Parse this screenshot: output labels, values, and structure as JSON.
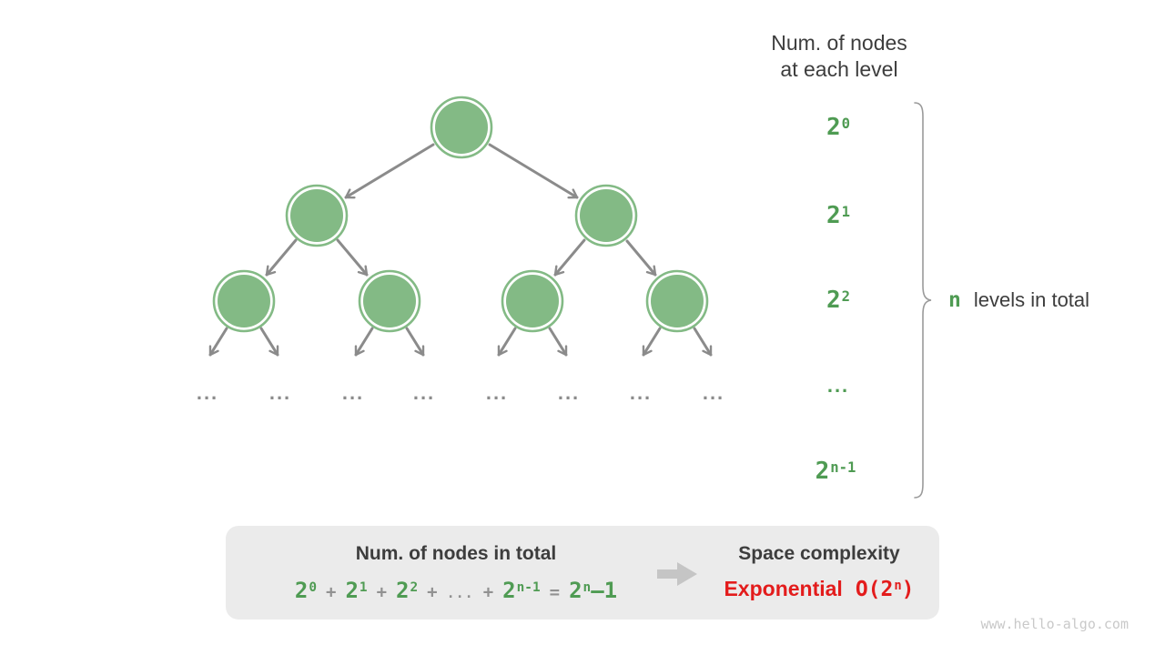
{
  "header": {
    "line1": "Num. of nodes",
    "line2": "at each level"
  },
  "level_labels": {
    "pow0": {
      "base": "2",
      "sup": "0"
    },
    "pow1": {
      "base": "2",
      "sup": "1"
    },
    "pow2": {
      "base": "2",
      "sup": "2"
    },
    "ellipsis": "...",
    "pow_n_minus_1": {
      "base": "2",
      "sup": "n-1"
    }
  },
  "brace_note": {
    "n_symbol": "n",
    "label": "levels in total"
  },
  "tree": {
    "ellipsis": "..."
  },
  "summary": {
    "left_title": "Num. of nodes in total",
    "formula": {
      "t1_base": "2",
      "t1_sup": "0",
      "plus": "+",
      "t2_base": "2",
      "t2_sup": "1",
      "t3_base": "2",
      "t3_sup": "2",
      "dots": "...",
      "t4_base": "2",
      "t4_sup": "n-1",
      "eq": "=",
      "total_base": "2",
      "total_sup": "n",
      "total_tail": "–1"
    },
    "right_title": "Space complexity",
    "complexity_name": "Exponential",
    "complexity_value": {
      "pre": "O(2",
      "sup": "n",
      "post": ")"
    }
  },
  "watermark": "www.hello-algo.com",
  "colors": {
    "node_green_fill": "#83ba85",
    "node_green_ring": "#83ba85",
    "green_text": "#4f9b53",
    "arrow_gray": "#8b8b8b",
    "block_arrow_gray": "#c5c5c5",
    "box_background": "#ebebeb",
    "dark_text": "#3d3d3d",
    "red_text": "#e31c1c",
    "watermark_gray": "#c9c9c9"
  }
}
